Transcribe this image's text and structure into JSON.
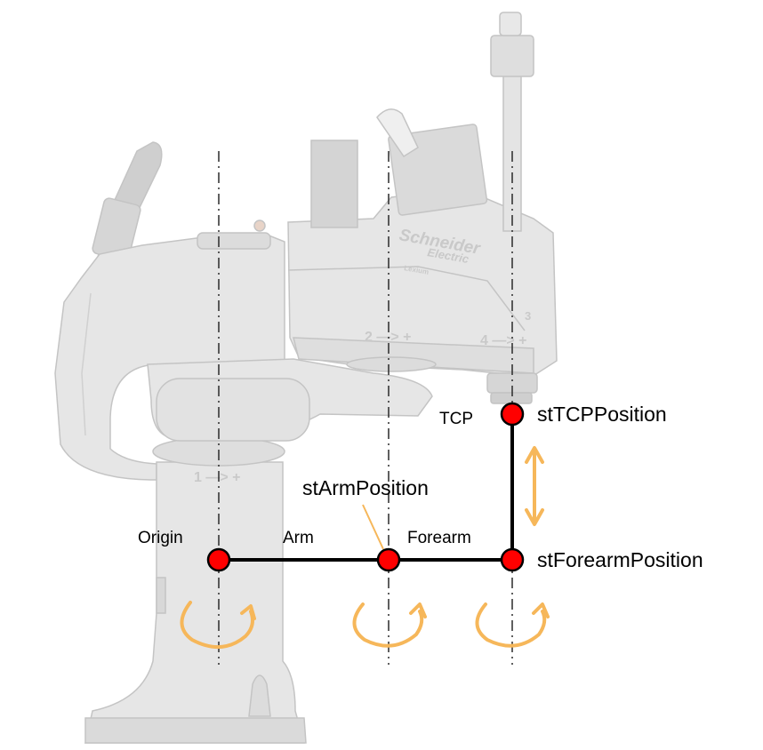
{
  "robot": {
    "brand_line1": "Schneider",
    "brand_line2": "Electric",
    "model": "Lexium",
    "joint1_marking": "1 —> +",
    "joint2_marking": "2 —> +",
    "joint4_marking": "4 —> +",
    "joint3_marking": "3"
  },
  "labels": {
    "origin": "Origin",
    "arm": "Arm",
    "forearm": "Forearm",
    "tcp": "TCP",
    "st_arm_position": "stArmPosition",
    "st_forearm_position": "stForearmPosition",
    "st_tcp_position": "stTCPPosition"
  },
  "colors": {
    "robot_fill": "#e6e6e6",
    "robot_shade": "#d2d2d2",
    "robot_edge": "#c4c4c4",
    "joint_point": "#ff0000",
    "link_line": "#000000",
    "motion_arrow": "#f6b75a"
  },
  "icons": [
    "rotation-arrow-icon",
    "vertical-double-arrow-icon"
  ]
}
